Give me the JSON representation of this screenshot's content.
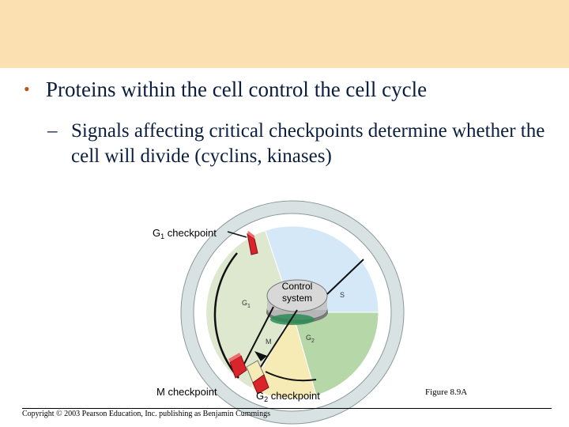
{
  "slide": {
    "bullet": "Proteins within the cell control the cell cycle",
    "sub_bullet_dash": "–",
    "sub_bullet": "Signals affecting critical checkpoints determine whether the cell will divide  (cyclins, kinases)"
  },
  "diagram": {
    "g1_checkpoint_main": "G",
    "g1_checkpoint_sub": "1",
    "g1_checkpoint_rest": " checkpoint",
    "m_checkpoint": "M checkpoint",
    "g2_checkpoint_main": "G",
    "g2_checkpoint_sub": "2",
    "g2_checkpoint_rest": " checkpoint",
    "control_line1": "Control",
    "control_line2": "system",
    "phase_g1_main": "G",
    "phase_g1_sub": "1",
    "phase_s": "S",
    "phase_g2_main": "G",
    "phase_g2_sub": "2",
    "phase_m": "M",
    "colors": {
      "header": "#fbe0b2",
      "ring": "#d9e2e2",
      "g1": "#dde8cf",
      "s": "#d4e8f7",
      "g2": "#b6d7a8",
      "m": "#f6eab5",
      "checkpoint": "#d8242a",
      "hub": "#b6b6b6"
    }
  },
  "figure_label": "Figure 8.9A",
  "copyright": "Copyright © 2003 Pearson Education, Inc. publishing as Benjamin Cummings"
}
